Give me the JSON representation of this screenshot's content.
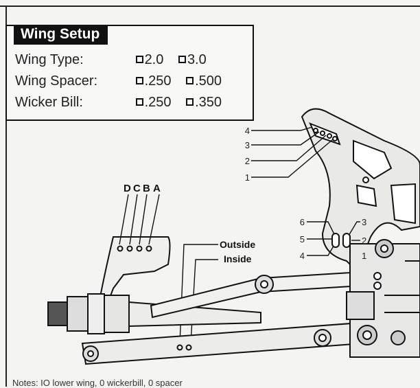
{
  "wing_setup": {
    "title": "Wing Setup",
    "rows": [
      {
        "label": "Wing Type:",
        "options": [
          "2.0",
          "3.0"
        ]
      },
      {
        "label": "Wing Spacer:",
        "options": [
          ".250",
          ".500"
        ]
      },
      {
        "label": "Wicker Bill:",
        "options": [
          ".250",
          ".350"
        ]
      }
    ]
  },
  "diagram": {
    "wing_holes": [
      "4",
      "3",
      "2",
      "1"
    ],
    "tower_holes": [
      "D",
      "C",
      "B",
      "A"
    ],
    "arm_positions": [
      "Outside",
      "Inside"
    ],
    "left_holes": [
      "6",
      "5",
      "4"
    ],
    "right_holes": [
      "3",
      "2",
      "1"
    ]
  },
  "footer": {
    "text": "Notes: IO lower wing, 0 wickerbill, 0 spacer"
  }
}
